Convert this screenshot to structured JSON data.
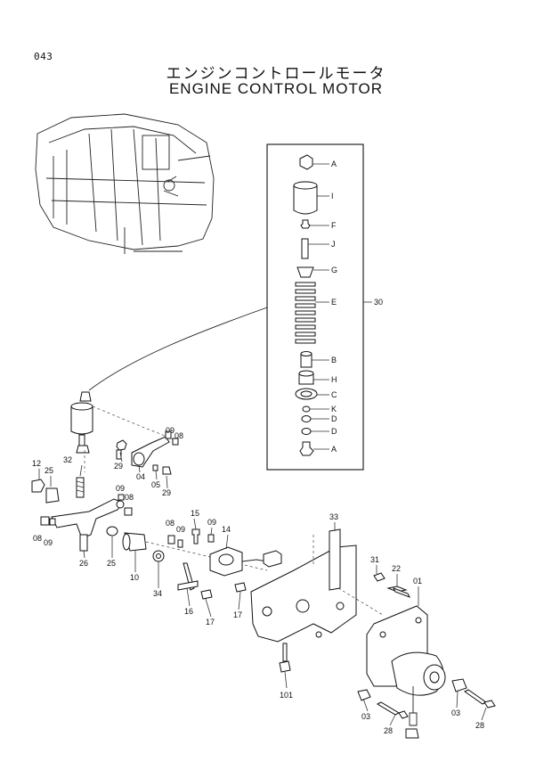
{
  "page_number": "043",
  "title_jp": "エンジンコントロールモータ",
  "title_en": "ENGINE CONTROL MOTOR",
  "callouts": {
    "kit": {
      "A1": "A",
      "I": "I",
      "F": "F",
      "J": "J",
      "G": "G",
      "E": "E",
      "B": "B",
      "H": "H",
      "C": "C",
      "K": "K",
      "D1": "D",
      "D2": "D",
      "A2": "A",
      "assembly": "30"
    },
    "main": {
      "p12": "12",
      "p25a": "25",
      "p32": "32",
      "p09a": "09",
      "p08a": "08",
      "p29a": "29",
      "p04": "04",
      "p05": "05",
      "p29b": "29",
      "p09b": "09",
      "p08b": "08",
      "p08c": "08",
      "p09c": "09",
      "p26": "26",
      "p25b": "25",
      "p10": "10",
      "p34": "34",
      "p08d": "08",
      "p09d": "09",
      "p15": "15",
      "p09e": "09",
      "p14": "14",
      "p16": "16",
      "p17a": "17",
      "p17b": "17",
      "p33": "33",
      "p31": "31",
      "p22": "22",
      "p01": "01",
      "p101": "101",
      "p03a": "03",
      "p28a": "28",
      "p03b": "03",
      "p28b": "28"
    }
  }
}
